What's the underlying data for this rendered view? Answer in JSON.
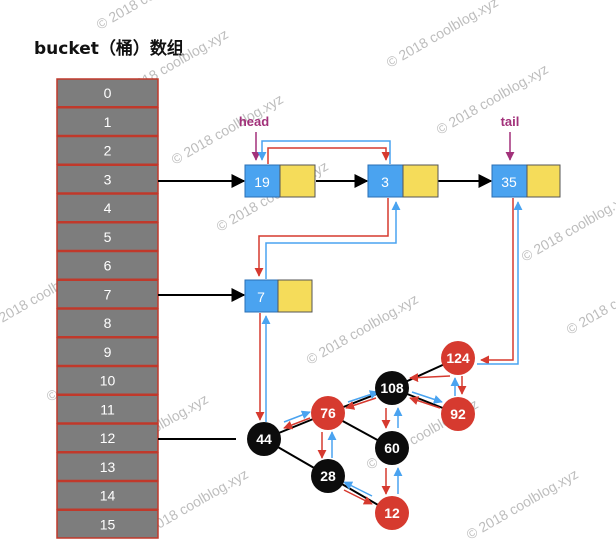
{
  "title": "bucket（桶）数组",
  "watermark": "© 2018 coolblog.xyz",
  "buckets": [
    "0",
    "1",
    "2",
    "3",
    "4",
    "5",
    "6",
    "7",
    "8",
    "9",
    "10",
    "11",
    "12",
    "13",
    "14",
    "15"
  ],
  "labels": {
    "head": "head",
    "tail": "tail"
  },
  "list_nodes": [
    {
      "id": "n19",
      "value": "19"
    },
    {
      "id": "n3",
      "value": "3"
    },
    {
      "id": "n35",
      "value": "35"
    },
    {
      "id": "n7",
      "value": "7"
    }
  ],
  "tree_nodes": [
    {
      "id": "t108",
      "value": "108",
      "color": "black"
    },
    {
      "id": "t124",
      "value": "124",
      "color": "red"
    },
    {
      "id": "t92",
      "value": "92",
      "color": "red"
    },
    {
      "id": "t76",
      "value": "76",
      "color": "red"
    },
    {
      "id": "t60",
      "value": "60",
      "color": "black"
    },
    {
      "id": "t44",
      "value": "44",
      "color": "black"
    },
    {
      "id": "t28",
      "value": "28",
      "color": "black"
    },
    {
      "id": "t12",
      "value": "12",
      "color": "red"
    }
  ],
  "colors": {
    "bucket_fill": "#7d7d7d",
    "bucket_border": "#c0392b",
    "node_blue": "#4aa3f0",
    "node_yellow": "#f5dc5a",
    "tree_red": "#d63a2f",
    "tree_black": "#0c0c0c",
    "label_purple": "#a2317a",
    "arrow_red": "#d63a2f",
    "arrow_blue": "#4aa3f0"
  }
}
